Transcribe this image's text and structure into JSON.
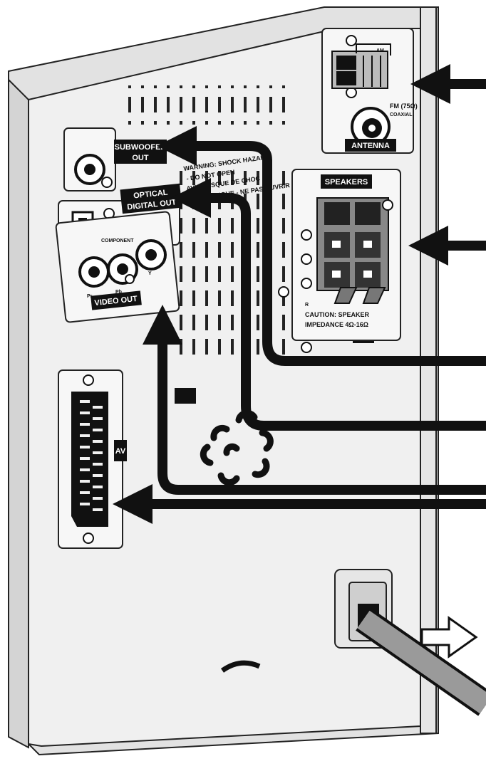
{
  "labels": {
    "subwoofer_line1": "SUBWOOFER",
    "subwoofer_line2": "OUT",
    "optical_line1": "OPTICAL",
    "optical_line2": "DIGITAL OUT",
    "component": "COMPONENT",
    "pr": "Pr",
    "pb": "Pb",
    "y": "Y",
    "video_out": "VIDEO OUT",
    "av": "AV",
    "speakers": "SPEAKERS",
    "r": "R",
    "caution_line1": "CAUTION: SPEAKER",
    "caution_line2": "IMPEDANCE  4Ω-16Ω",
    "am": "AM",
    "fm_line1": "FM (75Ω)",
    "fm_line2": "COAXIAL",
    "antenna": "ANTENNA",
    "warning_line1": "WARNING: SHOCK HAZARD",
    "warning_line2": "- DO NOT OPEN",
    "warning_line3": "AVIS: RISQUE DE CHOC",
    "warning_line4": "ELECTRIQUE - NE PAS OUVRIR"
  },
  "colors": {
    "panel": "#ececec",
    "panel_side": "#dadada",
    "cable": "#111111",
    "label_bg": "#111111"
  }
}
